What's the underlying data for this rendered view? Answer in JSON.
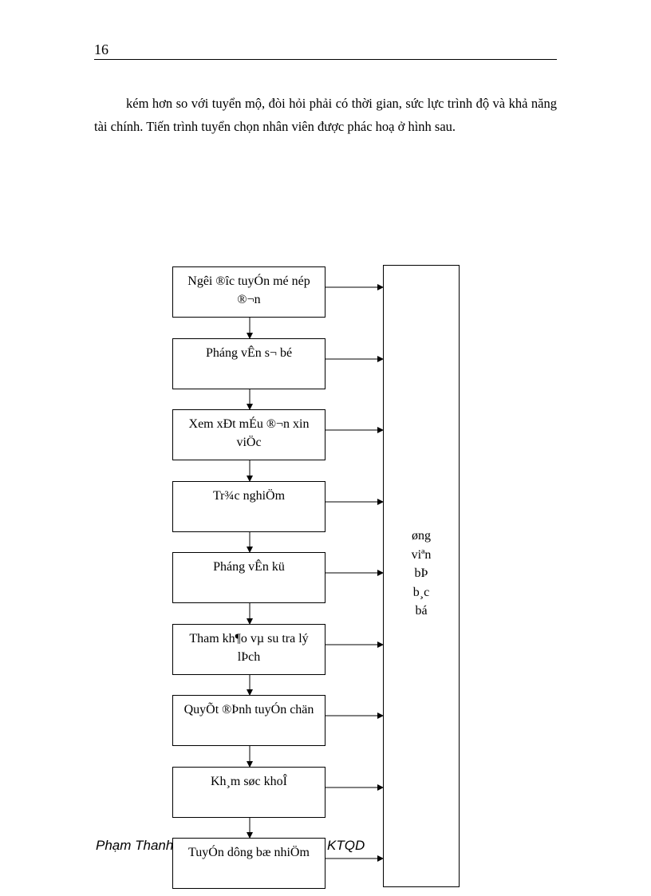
{
  "header": {
    "page_number": "16"
  },
  "body_text": {
    "paragraph": "kém hơn so với tuyển mộ, đòi hỏi phải có thời gian, sức lực trình độ và khả năng tài chính. Tiến trình tuyển chọn nhân viên được phác hoạ ở hình sau."
  },
  "flowchart": {
    "steps": [
      "Ngêi ®îc tuyÓn mé nép ®¬n",
      "Pháng vÊn s¬ bé",
      "Xem xÐt mÉu ®¬n xin viÖc",
      "Tr¾c nghiÖm",
      "Pháng vÊn kü",
      "Tham kh¶o vµ su tra lý lÞch",
      "QuyÕt ®Þnh tuyÓn chän",
      "Kh¸m søc khoÎ",
      "TuyÓn dông bæ nhiÖm"
    ],
    "side_label_lines": [
      "øng",
      "viªn",
      "bÞ",
      "b¸c",
      "bá"
    ]
  },
  "footer": {
    "left": "Phạm Thanh",
    "right": "KTQD"
  }
}
